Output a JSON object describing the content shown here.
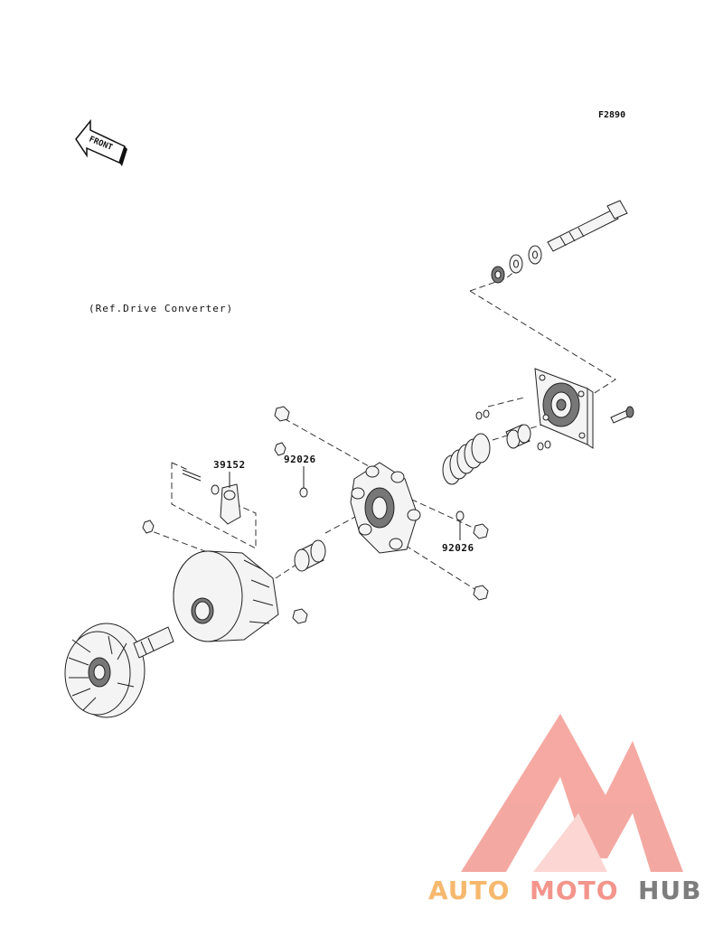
{
  "figure_code": "F2890",
  "front_label": "FRONT",
  "reference_note": "(Ref.Drive Converter)",
  "callouts": [
    {
      "id": "39152",
      "label": "39152"
    },
    {
      "id": "92026-upper",
      "label": "92026"
    },
    {
      "id": "92026-lower",
      "label": "92026"
    }
  ],
  "watermark": {
    "text_a": "AUTO",
    "text_b": "MOTO",
    "text_c": "HUB",
    "color_a": "#f6b86d",
    "color_b": "#f3958c",
    "color_c": "#7d7d7d",
    "logo_color": "#f39a92"
  }
}
